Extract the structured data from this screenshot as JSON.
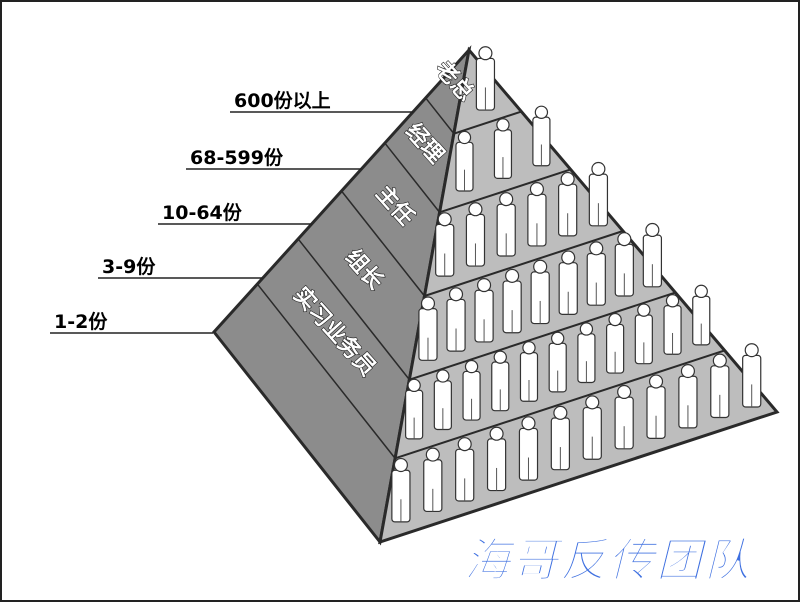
{
  "tiers": [
    {
      "level": "600份以上",
      "role": "老总",
      "figures": 1
    },
    {
      "level": "68-599份",
      "role": "经理",
      "figures": 3
    },
    {
      "level": "10-64份",
      "role": "主任",
      "figures": 6
    },
    {
      "level": "3-9份",
      "role": "组长",
      "figures": 9
    },
    {
      "level": "1-2份",
      "role": "实习业务员",
      "figures": 11
    },
    {
      "level": "",
      "role": "",
      "figures": 12
    }
  ],
  "watermark": "海哥反传团队",
  "colors": {
    "front": "#bdbdbd",
    "left": "#8c8c8c",
    "edge": "#2a2a2a",
    "watermark": "#3d6fe0"
  }
}
